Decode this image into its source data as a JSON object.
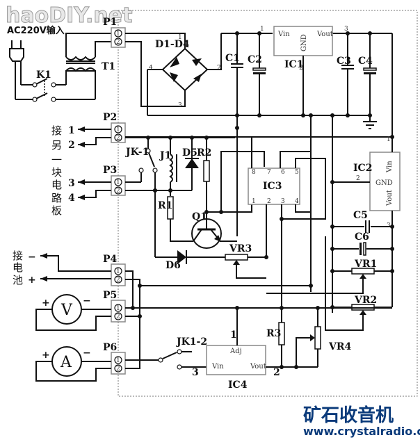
{
  "watermarks": {
    "top_left": "haoDIY.net",
    "bottom_right_title": "矿石收音机",
    "bottom_right_url": "www.crystalradio.cn"
  },
  "power_input_label": "AC220V输入",
  "connectors": {
    "P1": "P1",
    "P2": "P2",
    "P3": "P3",
    "P4": "P4",
    "P5": "P5",
    "P6": "P6",
    "pin1": "1",
    "pin2": "2"
  },
  "side_labels": {
    "other_board": [
      "接",
      "另",
      "一",
      "块",
      "电",
      "路",
      "板"
    ],
    "battery": [
      "接",
      "电",
      "池"
    ],
    "battery_minus": "−",
    "battery_plus": "+",
    "out1": "1",
    "out2": "2",
    "out3": "3",
    "out4": "4"
  },
  "components": {
    "K1": "K1",
    "T1": "T1",
    "bridge": "D1-D4",
    "C1": "C1",
    "C2": "C2",
    "C3": "C3",
    "C4": "C4",
    "C5": "C5",
    "C6": "C6",
    "IC1": "IC1",
    "IC2": "IC2",
    "IC3": "IC3",
    "IC4": "IC4",
    "JK1": "JK-1",
    "JK12": "JK1-2",
    "J1": "J1",
    "D5": "D5",
    "D6": "D6",
    "R1": "R1",
    "R2": "R2",
    "R3": "R3",
    "Q1": "Q1",
    "VR1": "VR1",
    "VR2": "VR2",
    "VR3": "VR3",
    "VR4": "VR4",
    "voltmeter": "V",
    "ammeter": "A",
    "meter_plus": "+",
    "meter_minus": "−"
  },
  "pin_labels": {
    "vin": "Vin",
    "vout": "Vout",
    "gnd": "GND",
    "adj": "Adj",
    "bridge_pins": [
      "1",
      "2",
      "3",
      "4"
    ],
    "ic1_pins": [
      "1",
      "2",
      "3"
    ],
    "ic2_pins": [
      "1",
      "2",
      "3"
    ],
    "ic3_pins_top": [
      "8",
      "7",
      "6",
      "5"
    ],
    "ic3_pins_bottom": [
      "1",
      "2",
      "3",
      "4"
    ],
    "ic4_pins": [
      "1",
      "2",
      "3"
    ]
  }
}
